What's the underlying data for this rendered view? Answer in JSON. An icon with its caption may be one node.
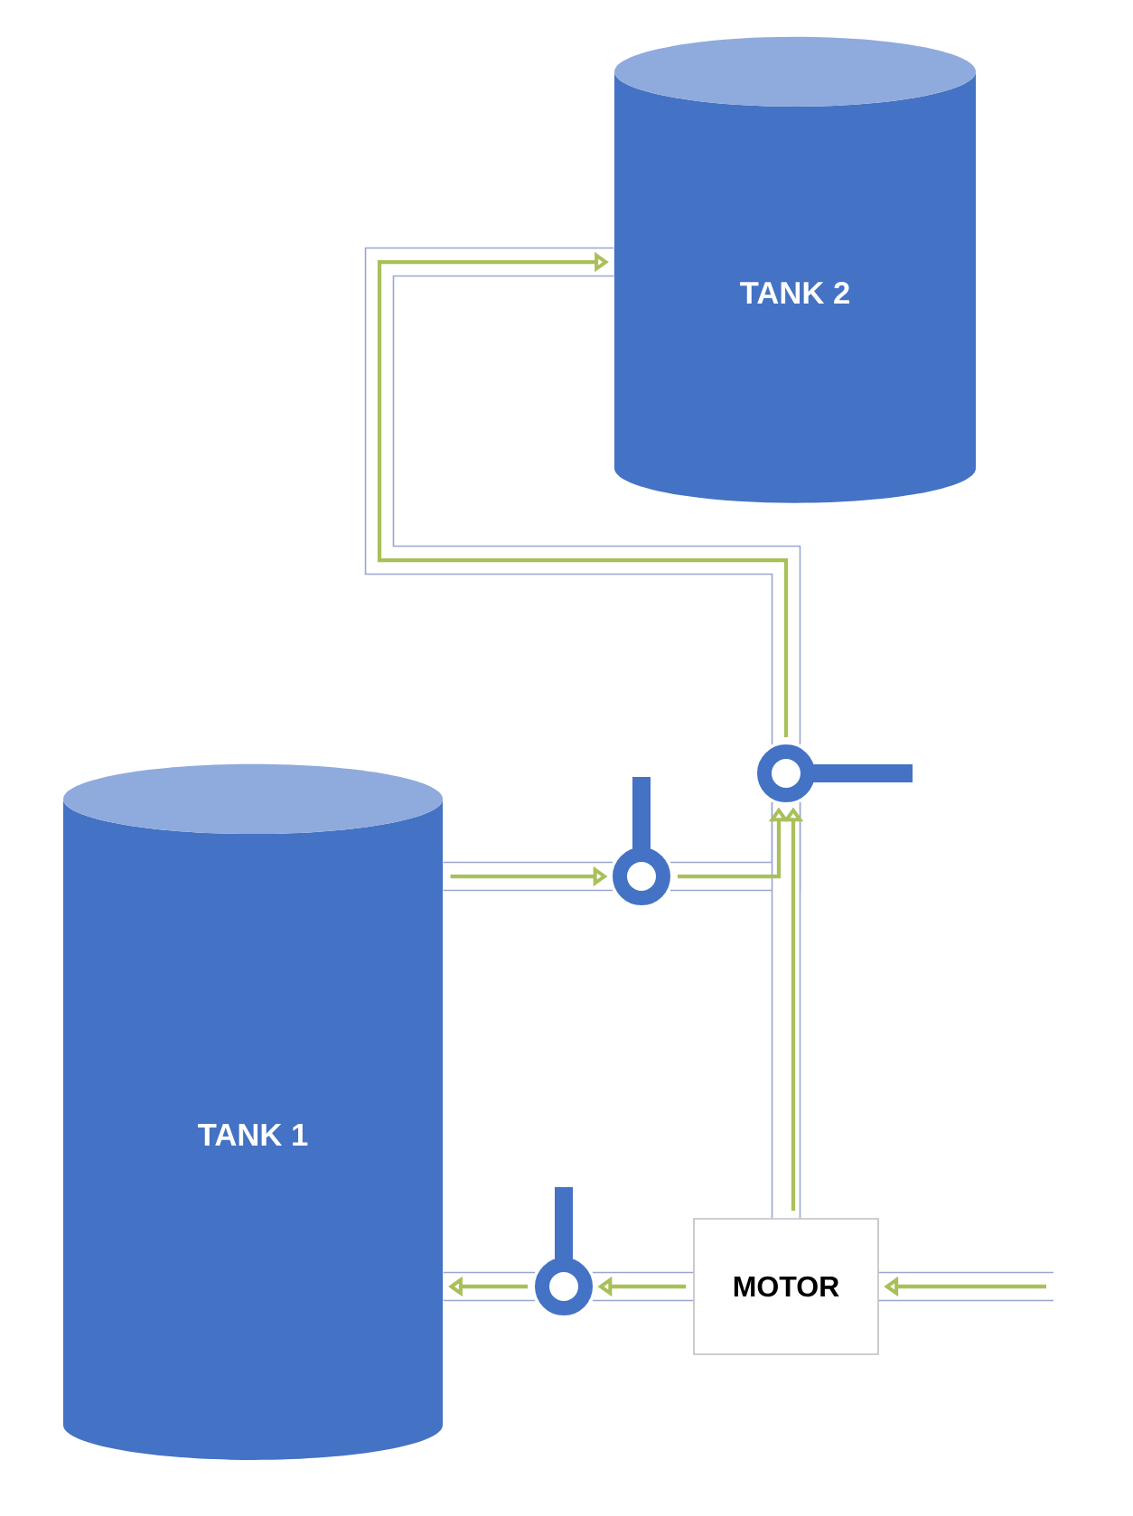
{
  "diagram": {
    "nodes": [
      {
        "text": [
          "TANK 1"
        ]
      },
      {
        "text": [
          "TANK 2"
        ]
      },
      {
        "text": [
          "MOTOR"
        ]
      },
      {
        "text": [],
        "shape": "valve"
      },
      {
        "text": [],
        "shape": "valve"
      },
      {
        "text": [],
        "shape": "valve"
      }
    ],
    "edges": [
      {
        "from": null,
        "to": 2,
        "arrow": "to"
      },
      {
        "from": 2,
        "to": 3,
        "arrow": "to"
      },
      {
        "from": 3,
        "to": 0,
        "arrow": "to"
      },
      {
        "from": 0,
        "to": 4,
        "arrow": "to"
      },
      {
        "from": 4,
        "to": 5,
        "arrow": "to"
      },
      {
        "from": 2,
        "to": 5,
        "arrow": "to"
      },
      {
        "from": 5,
        "to": 1,
        "arrow": "to"
      }
    ]
  }
}
